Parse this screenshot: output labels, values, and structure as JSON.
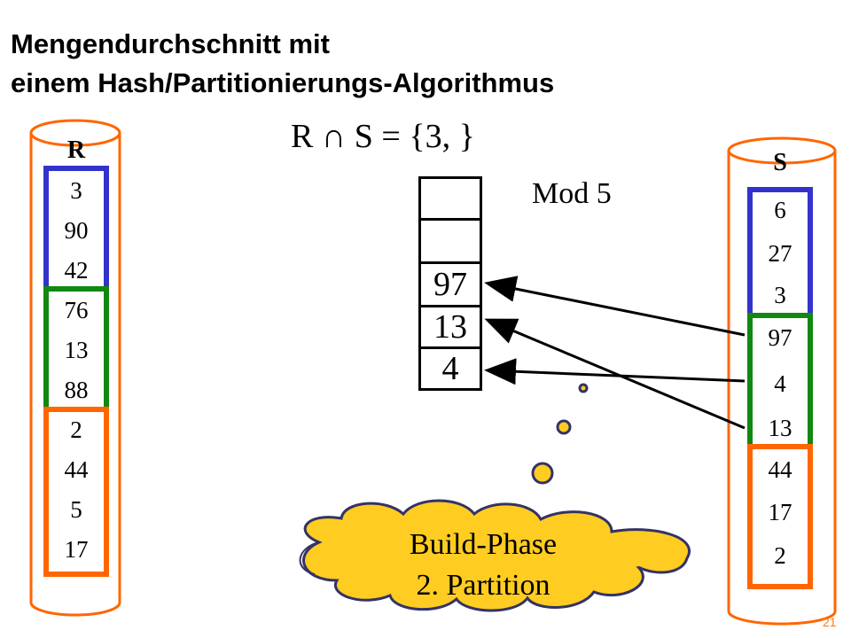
{
  "title": {
    "line1": "Mengendurchschnitt mit",
    "line2": "einem Hash/Partitionierungs-Algorithmus"
  },
  "formula": "R ∩ S = {3,   }",
  "mod_label": "Mod 5",
  "relation_r": {
    "label": "R",
    "values": [
      "3",
      "90",
      "42",
      "76",
      "13",
      "88",
      "2",
      "44",
      "5",
      "17"
    ],
    "partitions": [
      {
        "color": "#3333cc",
        "items": [
          0,
          1,
          2
        ]
      },
      {
        "color": "#118811",
        "items": [
          3,
          4,
          5
        ]
      },
      {
        "color": "#ff6600",
        "items": [
          6,
          7,
          8,
          9
        ]
      }
    ]
  },
  "relation_s": {
    "label": "S",
    "values": [
      "6",
      "27",
      "3",
      "97",
      "4",
      "13",
      "44",
      "17",
      "2"
    ],
    "partitions": [
      {
        "color": "#3333cc",
        "items": [
          0,
          1,
          2
        ]
      },
      {
        "color": "#118811",
        "items": [
          3,
          4,
          5
        ]
      },
      {
        "color": "#ff6600",
        "items": [
          6,
          7,
          8
        ]
      }
    ]
  },
  "hash_table": {
    "buckets": [
      "",
      "",
      "97",
      "13",
      "4"
    ]
  },
  "cloud": {
    "line1": "Build-Phase",
    "line2": "2. Partition"
  },
  "colors": {
    "cylinder": "#ff6600",
    "blue": "#3333cc",
    "green": "#118811",
    "orange": "#ff6600",
    "cloud_fill": "#ffcc22",
    "cloud_stroke": "#333366",
    "page_number": "#ff7a1a"
  },
  "page_number": "21"
}
